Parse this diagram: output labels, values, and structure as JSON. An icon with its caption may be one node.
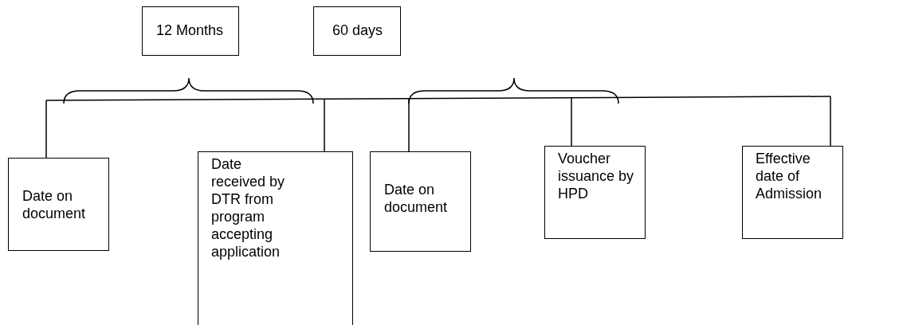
{
  "diagram": {
    "nodes": [
      {
        "text": [
          "12 Months"
        ]
      },
      {
        "text": [
          "60 days"
        ]
      },
      {
        "text": [
          "Date on document"
        ]
      },
      {
        "text": [
          "Date received by DTR from program accepting application"
        ]
      },
      {
        "text": [
          "Date on document"
        ]
      },
      {
        "text": [
          "Voucher issuance by HPD"
        ]
      },
      {
        "text": [
          "Effective date of Admission"
        ]
      }
    ],
    "edges": []
  }
}
